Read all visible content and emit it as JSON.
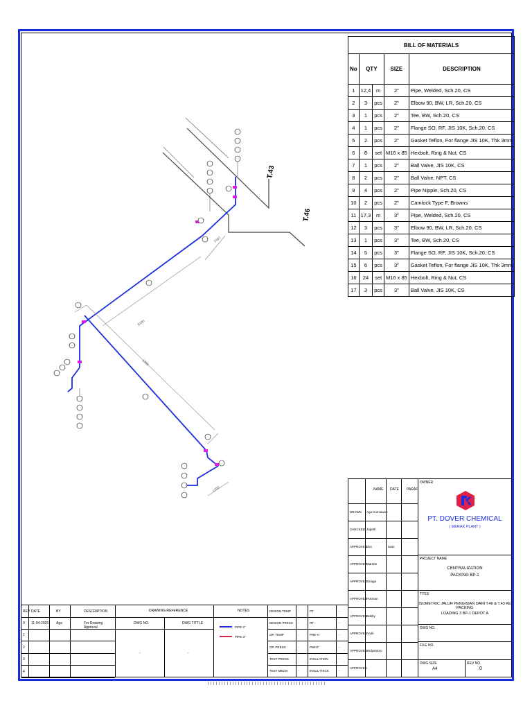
{
  "bom": {
    "title": "BILL OF MATERIALS",
    "headers": {
      "no": "No",
      "qty": "QTY",
      "size": "SIZE",
      "description": "DESCRIPTION"
    },
    "rows": [
      {
        "no": "1",
        "qty": "12,4",
        "unit": "m",
        "size": "2\"",
        "desc": "Pipe, Welded, Sch.20, CS"
      },
      {
        "no": "2",
        "qty": "3",
        "unit": "pcs",
        "size": "2\"",
        "desc": "Elbow 90, BW, LR, Sch.20, CS"
      },
      {
        "no": "3",
        "qty": "1",
        "unit": "pcs",
        "size": "2\"",
        "desc": "Tee, BW, Sch.20, CS"
      },
      {
        "no": "4",
        "qty": "1",
        "unit": "pcs",
        "size": "2\"",
        "desc": "Flange SO, RF, JIS 10K, Sch.20, CS"
      },
      {
        "no": "5",
        "qty": "2",
        "unit": "pcs",
        "size": "2\"",
        "desc": "Gasket Teflon, For flange JIS 10K, Thk 3mm"
      },
      {
        "no": "6",
        "qty": "8",
        "unit": "set",
        "size": "M16 x 85",
        "desc": "Hexbolt, Ring & Nut, CS"
      },
      {
        "no": "7",
        "qty": "1",
        "unit": "pcs",
        "size": "2\"",
        "desc": "Ball Valve, JIS 10K, CS"
      },
      {
        "no": "8",
        "qty": "2",
        "unit": "pcs",
        "size": "2\"",
        "desc": "Ball Valve, NPT, CS"
      },
      {
        "no": "9",
        "qty": "4",
        "unit": "pcs",
        "size": "2\"",
        "desc": "Pipe Nipple, Sch.20, CS"
      },
      {
        "no": "10",
        "qty": "2",
        "unit": "pcs",
        "size": "2\"",
        "desc": "Camlock Type F, Browns"
      },
      {
        "no": "11",
        "qty": "17,3",
        "unit": "m",
        "size": "3\"",
        "desc": "Pipe, Welded, Sch.20, CS"
      },
      {
        "no": "12",
        "qty": "3",
        "unit": "pcs",
        "size": "3\"",
        "desc": "Elbow 90, BW, LR, Sch.20, CS"
      },
      {
        "no": "13",
        "qty": "1",
        "unit": "pcs",
        "size": "3\"",
        "desc": "Tee, BW, Sch.20, CS"
      },
      {
        "no": "14",
        "qty": "5",
        "unit": "pcs",
        "size": "3\"",
        "desc": "Flange SO, RF, JIS 10K, Sch.20, CS"
      },
      {
        "no": "15",
        "qty": "6",
        "unit": "pcs",
        "size": "3\"",
        "desc": "Gasket Teflon, For flange JIS 10K, Thk 3mm"
      },
      {
        "no": "16",
        "qty": "24",
        "unit": "set",
        "size": "M16 x 85",
        "desc": "Hexbolt, Ring & Nut, CS"
      },
      {
        "no": "17",
        "qty": "3",
        "unit": "pcs",
        "size": "3\"",
        "desc": "Ball Valve, JIS 10K, CS"
      }
    ]
  },
  "drawing": {
    "tank_labels": [
      "T.43",
      "T.46"
    ],
    "dimensions": [
      "1300",
      "1407",
      "6100",
      "1200"
    ],
    "colors": {
      "pipe_2in": "#1a2ee0",
      "pipe_3in": "#e0204a",
      "frame": "#1a2ee0",
      "fitting": "#e020e0"
    }
  },
  "signoff": {
    "headers": {
      "name": "NAME",
      "date": "DATE",
      "paraf": "PARAF"
    },
    "rows": [
      {
        "role": "DRAWN",
        "name": "Aga Kurniawan"
      },
      {
        "role": "CHECKED",
        "name": "Japeth"
      },
      {
        "role": "APPROVED",
        "name": "Eko",
        "extra": "Iwan"
      },
      {
        "role": "APPROVED",
        "name": "Mardan"
      },
      {
        "role": "APPROVED",
        "name": "Sinaga"
      },
      {
        "role": "APPROVED",
        "name": "Pukman"
      },
      {
        "role": "APPROVED",
        "name": "Bobby"
      },
      {
        "role": "APPROVED",
        "name": "Andri"
      },
      {
        "role": "APPROVED",
        "name": "Widyantoro"
      },
      {
        "role": "APPROVED",
        "name": ""
      }
    ]
  },
  "owner": {
    "label": "OWNER",
    "company": "PT. DOVER CHEMICAL",
    "plant": "( MERAK PLANT )",
    "logo_color": "#e0204a"
  },
  "project": {
    "label": "PROJECT NAME",
    "line1": "CENTRALIZATION",
    "line2": "PACKING BP-1"
  },
  "title": {
    "label": "TITLE",
    "line1": "ISOMETRIC JALUR PENGISIAN DARI T.46 & T.43 KE PACKING",
    "line2": "LOADING 3 BP-1 DEPOT A"
  },
  "dwg": {
    "no_label": "DWG NO.",
    "file_label": "FILE NO.",
    "size_label": "DWG SIZE",
    "size": "A4",
    "rev_label": "REV NO.",
    "rev": "0"
  },
  "revision": {
    "headers": {
      "rev": "REV",
      "date": "DATE",
      "by": "BY",
      "desc": "DESCRIPTION"
    },
    "rows": [
      {
        "rev": "0",
        "date": "11-04-2025",
        "by": "Aga",
        "desc": "For Drawing Approval"
      },
      {
        "rev": "1",
        "date": "",
        "by": "",
        "desc": ""
      },
      {
        "rev": "2",
        "date": "",
        "by": "",
        "desc": ""
      },
      {
        "rev": "3",
        "date": "",
        "by": "",
        "desc": ""
      },
      {
        "rev": "4",
        "date": "",
        "by": "",
        "desc": ""
      }
    ]
  },
  "reference": {
    "header": "DRAWING REFERENCE",
    "col1": "DWG NO",
    "col2": "DWG TITTLE",
    "dash1": "-",
    "dash2": "-"
  },
  "notes": {
    "header": "NOTES",
    "legend": [
      {
        "label": "PIPE 2\"",
        "color": "#1a2ee0"
      },
      {
        "label": "PIPE 3\"",
        "color": "#e0204a"
      }
    ]
  },
  "design": {
    "rows": [
      {
        "l": "DESIGN TEMP",
        "lv": "-",
        "r": "PT",
        "rv": "-"
      },
      {
        "l": "DESIGN PRESS",
        "lv": "-",
        "r": "RT",
        "rv": "-"
      },
      {
        "l": "OP. TEMP",
        "lv": "-",
        "r": "PRE-H",
        "rv": "-"
      },
      {
        "l": "OP. PRESS",
        "lv": "-",
        "r": "PWHT",
        "rv": "-"
      },
      {
        "l": "TEST PRESS",
        "lv": "-",
        "r": "INSULATION",
        "rv": "-"
      },
      {
        "l": "TEST MEDIA",
        "lv": "-",
        "r": "INSUL THICK",
        "rv": "-"
      }
    ]
  }
}
